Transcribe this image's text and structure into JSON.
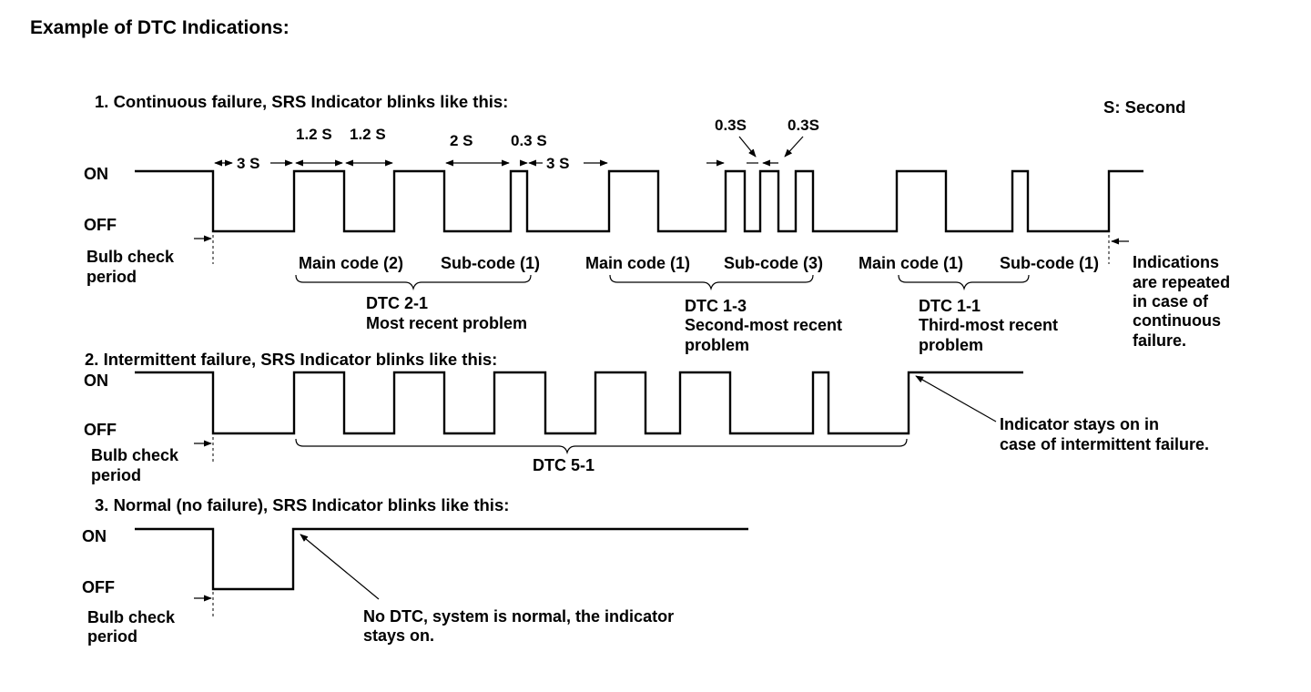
{
  "title": "Example of DTC Indications:",
  "legend_unit": "S: Second",
  "on_label": "ON",
  "off_label": "OFF",
  "bulb_check": [
    "Bulb check",
    "period"
  ],
  "section1": {
    "heading": "1. Continuous failure, SRS Indicator blinks like this:",
    "timings": {
      "t3s_a": "3 S",
      "t12s_a": "1.2 S",
      "t12s_b": "1.2 S",
      "t2s": "2 S",
      "t03s_a": "0.3 S",
      "t3s_b": "3 S",
      "t03s_b": "0.3S",
      "t03s_c": "0.3S"
    },
    "codes": [
      "Main code (2)",
      "Sub-code (1)",
      "Main code (1)",
      "Sub-code (3)",
      "Main code (1)",
      "Sub-code (1)"
    ],
    "dtc_groups": [
      {
        "code": "DTC 2-1",
        "desc": [
          "Most recent problem"
        ]
      },
      {
        "code": "DTC 1-3",
        "desc": [
          "Second-most recent",
          "problem"
        ]
      },
      {
        "code": "DTC 1-1",
        "desc": [
          "Third-most recent",
          "problem"
        ]
      }
    ],
    "repeat_note": [
      "Indications",
      "are repeated",
      "in case of",
      "continuous",
      "failure."
    ]
  },
  "section2": {
    "heading": "2. Intermittent failure, SRS Indicator blinks like this:",
    "dtc": "DTC 5-1",
    "note": [
      "Indicator stays on in",
      "case of intermittent failure."
    ]
  },
  "section3": {
    "heading": "3. Normal (no failure), SRS Indicator blinks like this:",
    "note": [
      "No DTC, system is normal, the indicator",
      "stays on."
    ]
  }
}
